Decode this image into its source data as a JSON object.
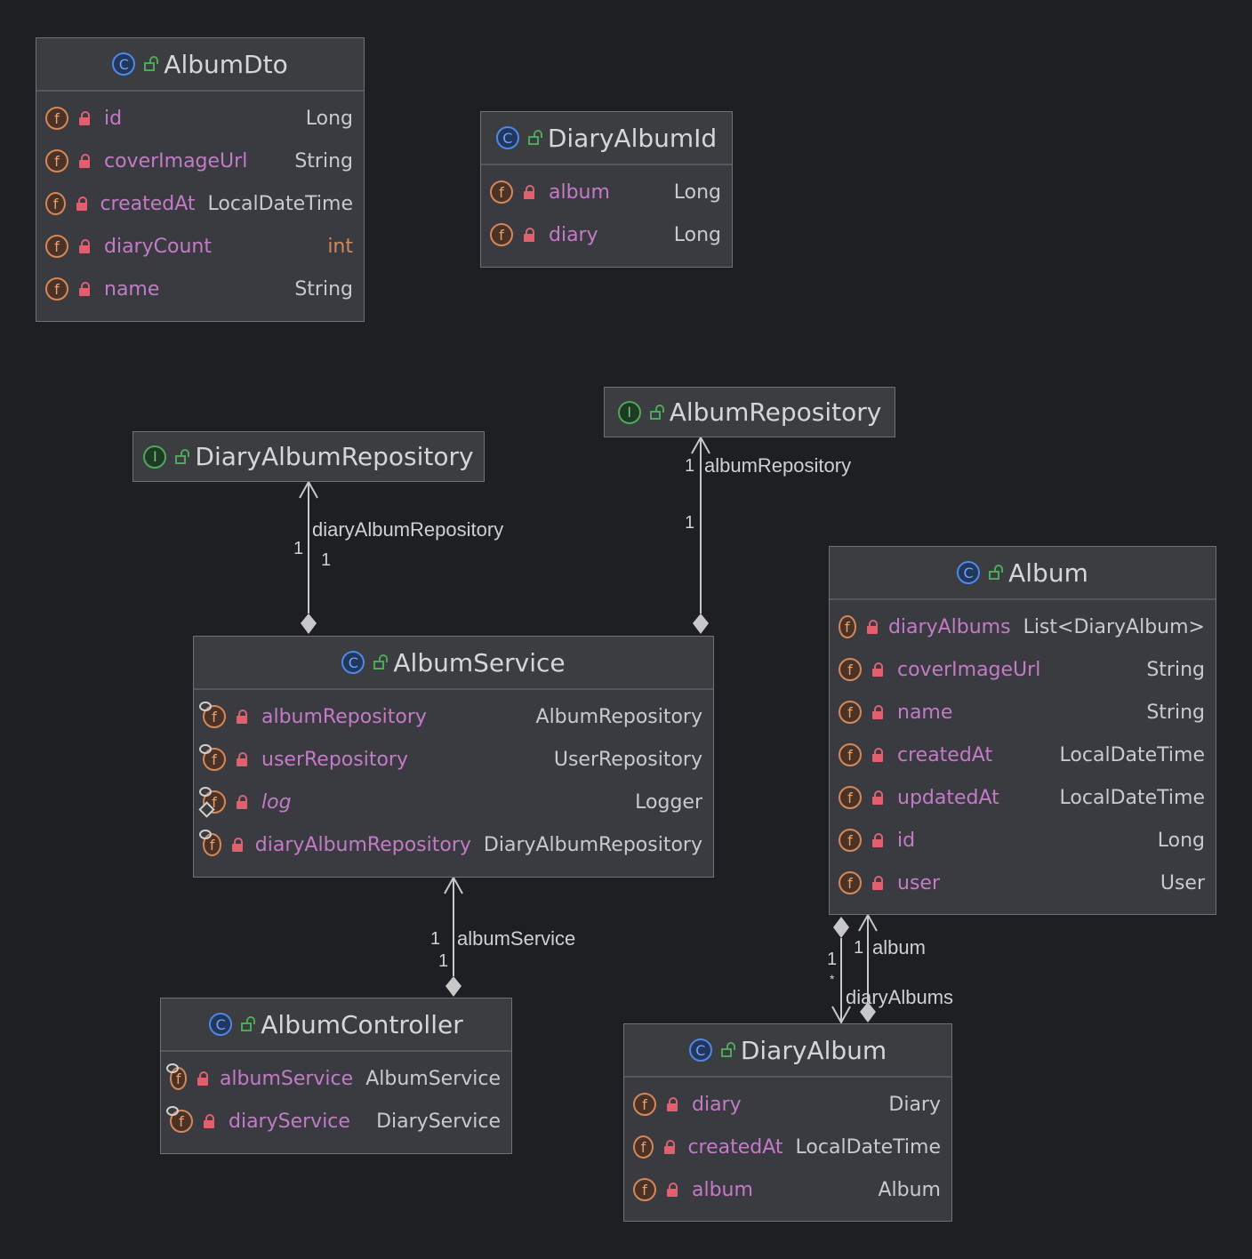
{
  "diagram": {
    "type": "UML class diagram",
    "classes": {
      "albumDto": {
        "name": "AlbumDto",
        "kind": "class",
        "visibility": "public",
        "fields": [
          {
            "name": "id",
            "type": "Long"
          },
          {
            "name": "coverImageUrl",
            "type": "String"
          },
          {
            "name": "createdAt",
            "type": "LocalDateTime"
          },
          {
            "name": "diaryCount",
            "type": "int"
          },
          {
            "name": "name",
            "type": "String"
          }
        ]
      },
      "diaryAlbumId": {
        "name": "DiaryAlbumId",
        "kind": "class",
        "visibility": "public",
        "fields": [
          {
            "name": "album",
            "type": "Long"
          },
          {
            "name": "diary",
            "type": "Long"
          }
        ]
      },
      "albumRepository": {
        "name": "AlbumRepository",
        "kind": "interface",
        "visibility": "public"
      },
      "diaryAlbumRepository": {
        "name": "DiaryAlbumRepository",
        "kind": "interface",
        "visibility": "public"
      },
      "albumService": {
        "name": "AlbumService",
        "kind": "class",
        "visibility": "public",
        "fields": [
          {
            "name": "albumRepository",
            "type": "AlbumRepository"
          },
          {
            "name": "userRepository",
            "type": "UserRepository"
          },
          {
            "name": "log",
            "type": "Logger"
          },
          {
            "name": "diaryAlbumRepository",
            "type": "DiaryAlbumRepository"
          }
        ]
      },
      "album": {
        "name": "Album",
        "kind": "class",
        "visibility": "public",
        "fields": [
          {
            "name": "diaryAlbums",
            "type": "List<DiaryAlbum>"
          },
          {
            "name": "coverImageUrl",
            "type": "String"
          },
          {
            "name": "name",
            "type": "String"
          },
          {
            "name": "createdAt",
            "type": "LocalDateTime"
          },
          {
            "name": "updatedAt",
            "type": "LocalDateTime"
          },
          {
            "name": "id",
            "type": "Long"
          },
          {
            "name": "user",
            "type": "User"
          }
        ]
      },
      "albumController": {
        "name": "AlbumController",
        "kind": "class",
        "visibility": "public",
        "fields": [
          {
            "name": "albumService",
            "type": "AlbumService"
          },
          {
            "name": "diaryService",
            "type": "DiaryService"
          }
        ]
      },
      "diaryAlbum": {
        "name": "DiaryAlbum",
        "kind": "class",
        "visibility": "public",
        "fields": [
          {
            "name": "diary",
            "type": "Diary"
          },
          {
            "name": "createdAt",
            "type": "LocalDateTime"
          },
          {
            "name": "album",
            "type": "Album"
          }
        ]
      }
    },
    "edges": {
      "svcToDiaryAlbumRepo": {
        "from": "AlbumService",
        "to": "DiaryAlbumRepository",
        "role": "diaryAlbumRepository",
        "m1": "1",
        "m2": "1"
      },
      "svcToAlbumRepo": {
        "from": "AlbumService",
        "to": "AlbumRepository",
        "role": "albumRepository",
        "m1": "1",
        "m2": "1"
      },
      "ctrlToSvc": {
        "from": "AlbumController",
        "to": "AlbumService",
        "role": "albumService",
        "m1": "1",
        "m2": "1"
      },
      "albumToDiaryAlbum": {
        "from": "Album",
        "to": "DiaryAlbum",
        "role": "diaryAlbums",
        "m1": "1",
        "m2": "*"
      },
      "diaryAlbumToAlbum": {
        "from": "DiaryAlbum",
        "to": "Album",
        "role": "album",
        "m1": "1",
        "m2": "1"
      }
    },
    "icons": {
      "class": "C",
      "interface": "I",
      "field": "f"
    }
  }
}
